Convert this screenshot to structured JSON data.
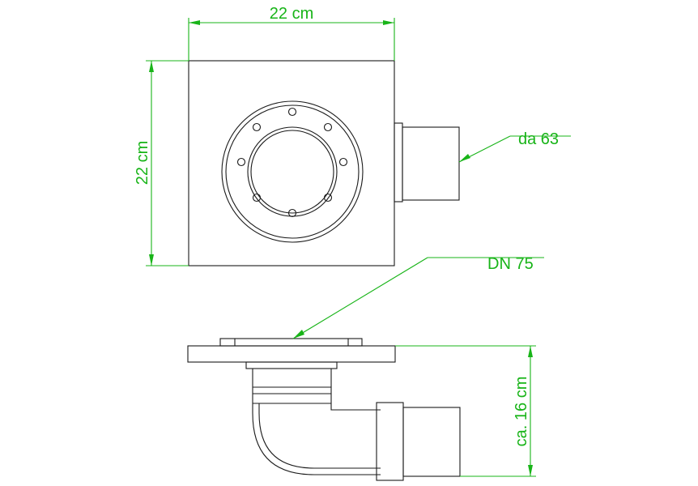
{
  "colors": {
    "dimension": "#18b418",
    "outline": "#1a1a1a"
  },
  "labels": {
    "top_width": "22 cm",
    "left_height": "22 cm",
    "outlet": "da 63",
    "flange": "DN 75",
    "side_height": "ca. 16 cm"
  }
}
